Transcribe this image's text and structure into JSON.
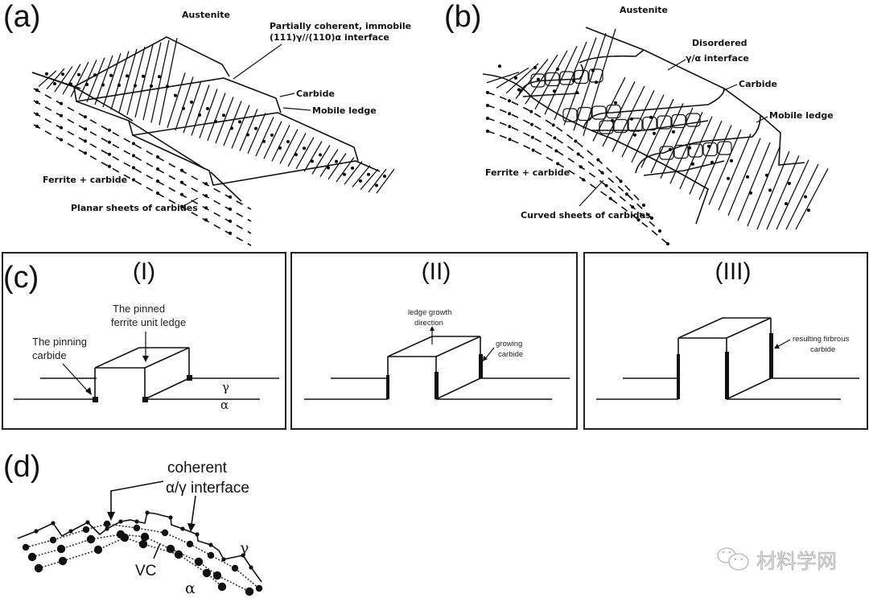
{
  "figure": {
    "panels": {
      "a": {
        "letter": "(a)",
        "labels": {
          "austenite": "Austenite",
          "interface_line1": "Partially coherent, immobile",
          "interface_line2": "(111)γ//(110)α interface",
          "carbide": "Carbide",
          "mobile_ledge": "Mobile ledge",
          "ferrite_carbide": "Ferrite + carbide",
          "sheets": "Planar sheets of carbides"
        }
      },
      "b": {
        "letter": "(b)",
        "labels": {
          "austenite": "Austenite",
          "interface_line1": "Disordered",
          "interface_line2": "γ/α interface",
          "carbide": "Carbide",
          "mobile_ledge": "Mobile ledge",
          "ferrite_carbide": "Ferrite + carbide",
          "sheets": "Curved sheets of carbides"
        }
      },
      "c": {
        "letter": "(c)",
        "sub": [
          {
            "numeral": "(I)",
            "labels": {
              "ledge_line1": "The pinned",
              "ledge_line2": "ferrite unit ledge",
              "carbide_line1": "The pinning",
              "carbide_line2": "carbide",
              "gamma": "γ",
              "alpha": "α"
            }
          },
          {
            "numeral": "(II)",
            "labels": {
              "dir_line1": "ledge growth",
              "dir_line2": "direction",
              "carbide_line1": "growing",
              "carbide_line2": "carbide"
            }
          },
          {
            "numeral": "(III)",
            "labels": {
              "carbide_line1": "resulting firbrous",
              "carbide_line2": "carbide"
            }
          }
        ]
      },
      "d": {
        "letter": "(d)",
        "labels": {
          "interface_line1": "coherent",
          "interface_line2": "α/γ interface",
          "gamma": "γ",
          "alpha": "α",
          "vc": "VC"
        }
      }
    },
    "watermark": {
      "icon": "wechat-icon",
      "text": "材料学网"
    }
  }
}
